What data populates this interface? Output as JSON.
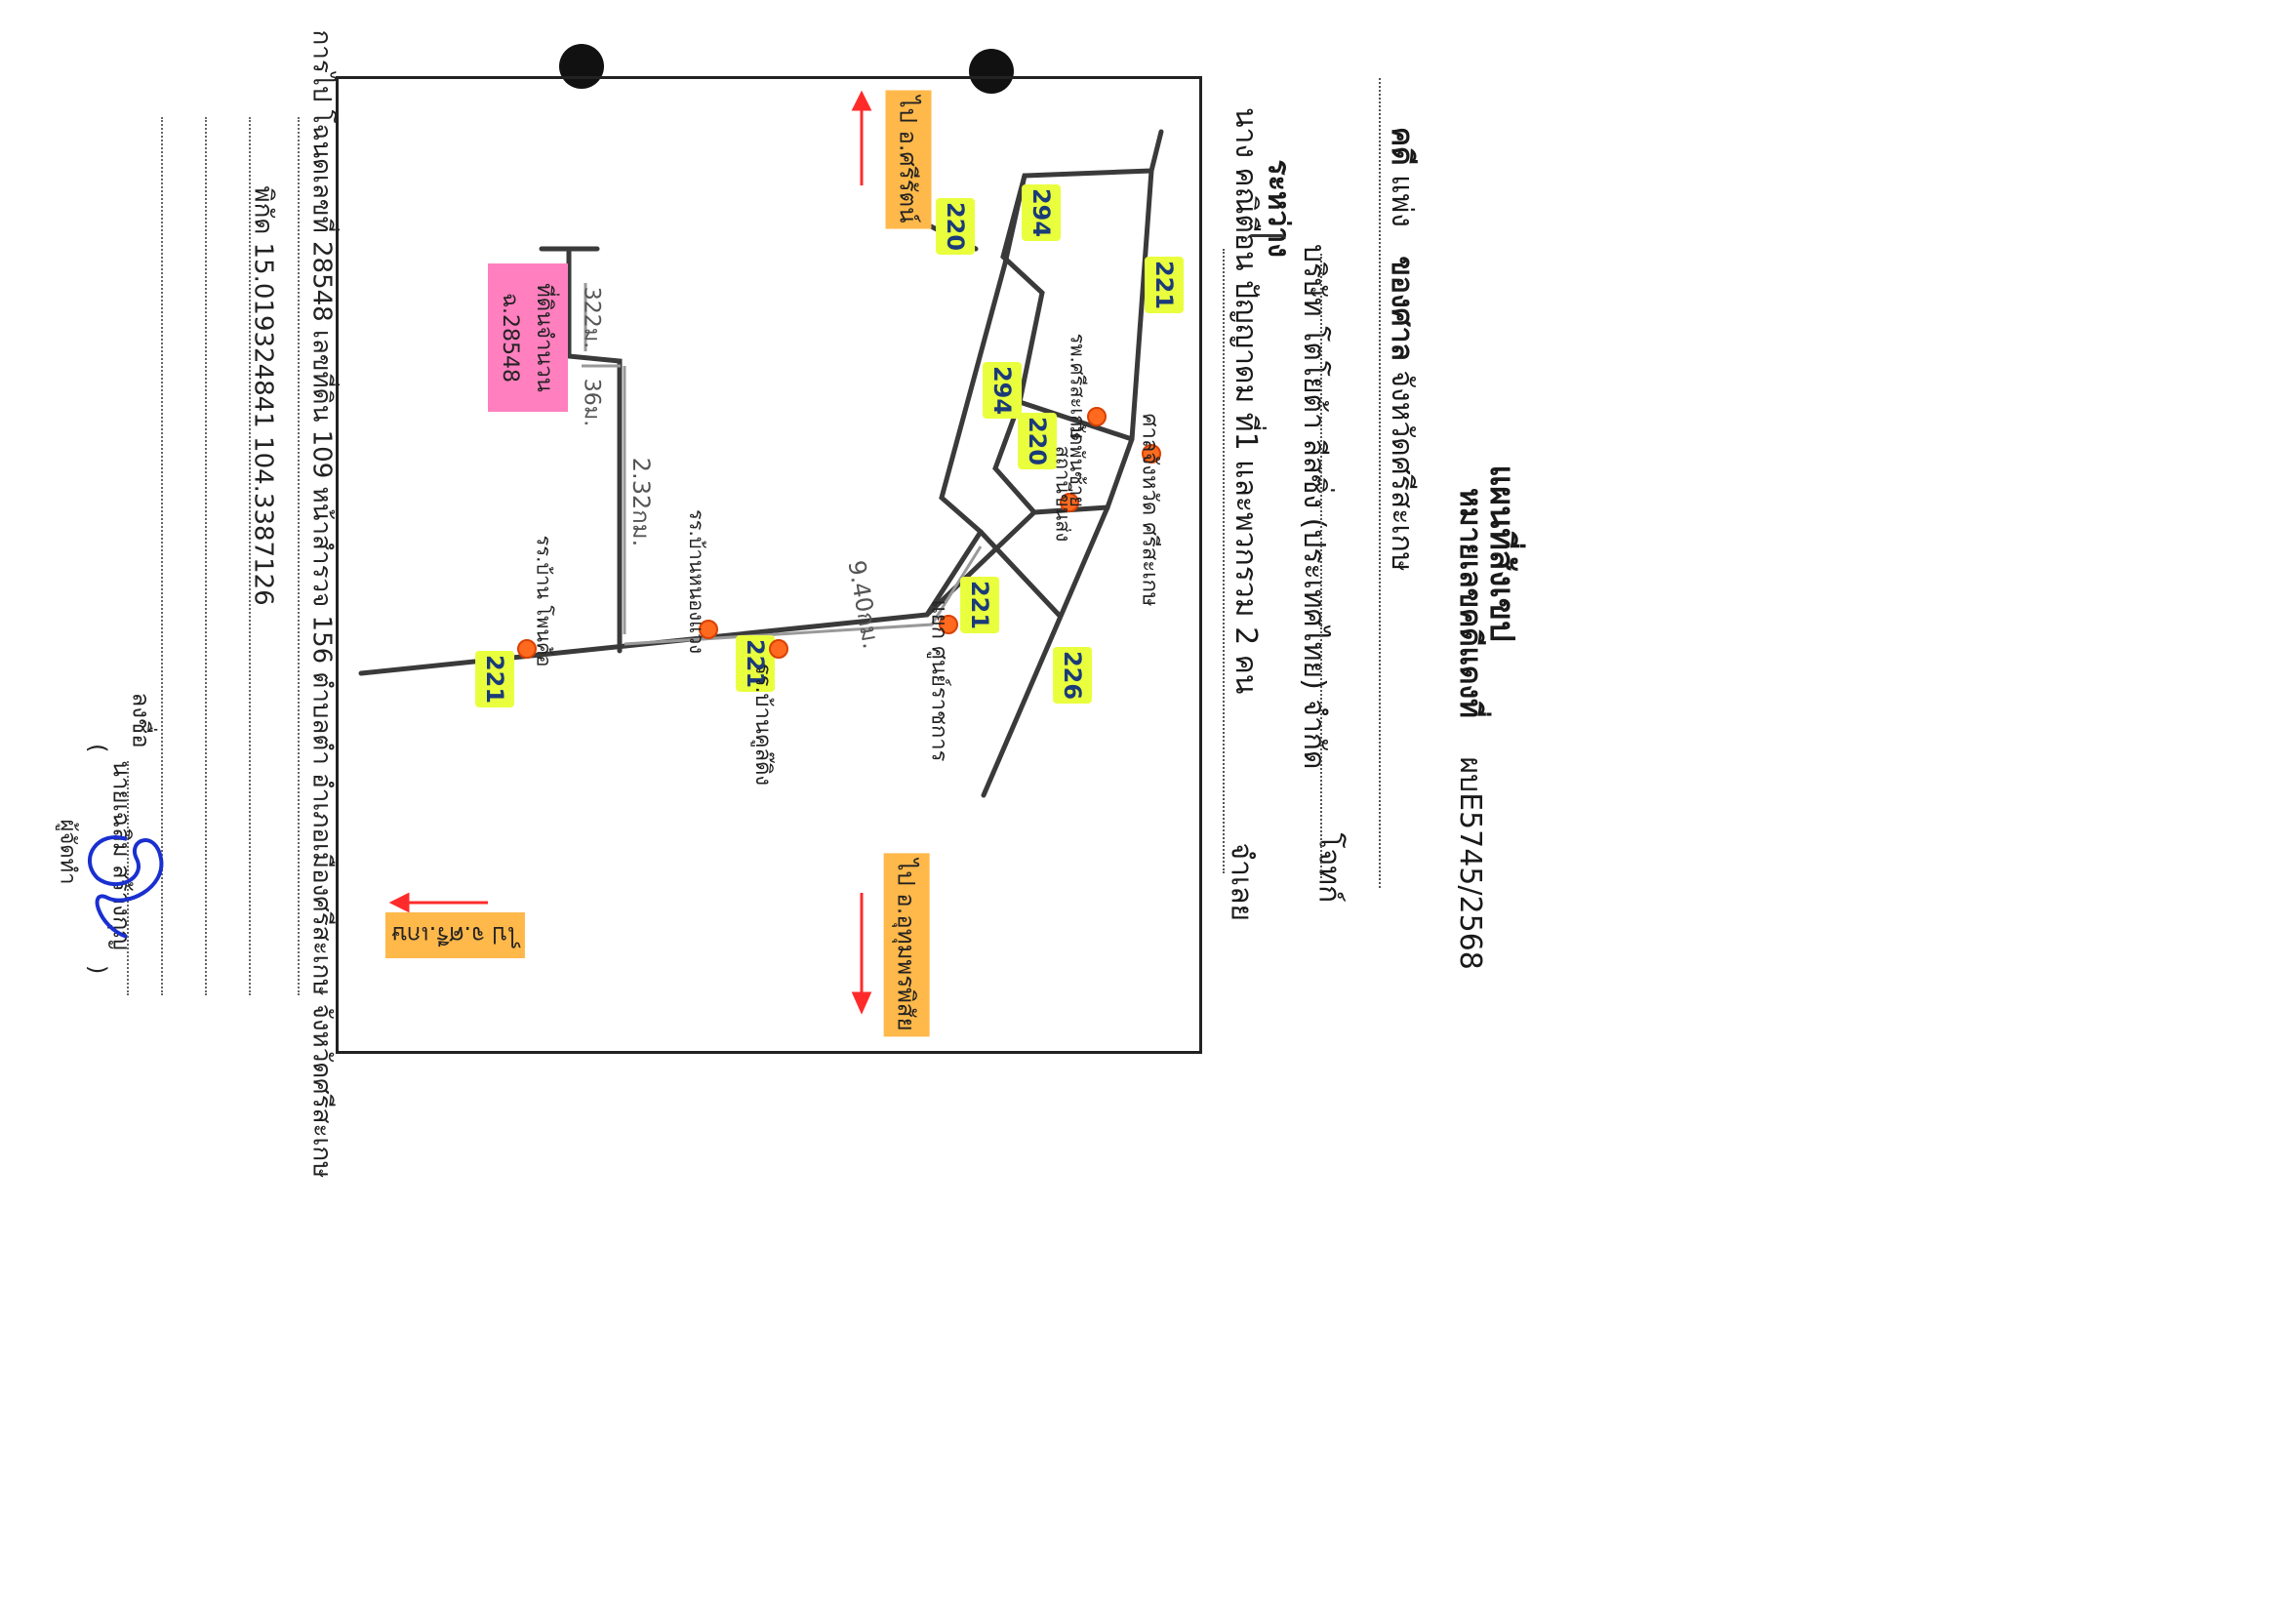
{
  "header": {
    "title": "แผนที่สังเขป",
    "case_prefix": "คดี",
    "case_type": "แพ่ง",
    "court_label": "ของศาล",
    "court_name": "จังหวัดศรีสะเกษ",
    "case_no_label": "หมายเลขคดีแดงที่",
    "case_no": "ผบE5745/2568",
    "between_label": "ระหว่าง",
    "plaintiff": "บริษัท โตโยต้า ลีสซิ่ง (ประเทศไทย) จำกัด",
    "plaintiff_role": "โจทก์",
    "defendant": "นาง คณิตือน ปัญญาดม ที่1 และพวกรวม 2 คน",
    "defendant_role": "จำเลย"
  },
  "map": {
    "roads": [
      "294",
      "220",
      "221",
      "294",
      "220",
      "226",
      "221",
      "221"
    ],
    "destinations": [
      "ไป อ.ศรีรัตน์",
      "ไป อ.อุทุมพรพิสัย",
      "ไป จ.ศรี.เกษ"
    ],
    "places": [
      "ศาลจังหวัด ศรีสะเกษ",
      "รพ.ศรีสะเกษ",
      "สถานีขนส่ง",
      "วัดพันซ้าย",
      "แยก ศูนย์ราชการ",
      "รร.บ้านคูล๊ดิง",
      "รร.บ้านหนองแวง",
      "รร.บ้าน โพนค้อ"
    ],
    "target_label": "ที่ดินจำนวน",
    "target_id": "ฉ.28548",
    "distances": [
      "322ม.",
      "36ม.",
      "2.32กม.",
      "9.40กม."
    ]
  },
  "footer": {
    "land_line": "การไป โฉนดเลขที่ 28548 เลขที่ดิน 109 หน้าสำรวจ 156 ตำบลตำ อำเภอเมืองศรีสะเกษ จังหวัดศรีสะเกษ",
    "coord_line": "พิกัด 15.019324841 104.3387126",
    "sign_label": "ลงชื่อ",
    "signer": "นายเฉลิม สร้างกุญ",
    "signer_role": "ผู้จัดทำ"
  },
  "colors": {
    "road": "#3a3a3a",
    "highlight_yellow": "#e9ff3d",
    "highlight_orange": "#ffb84a",
    "highlight_pink": "#ff7fbf",
    "arrow_red": "#ff2b2b"
  }
}
